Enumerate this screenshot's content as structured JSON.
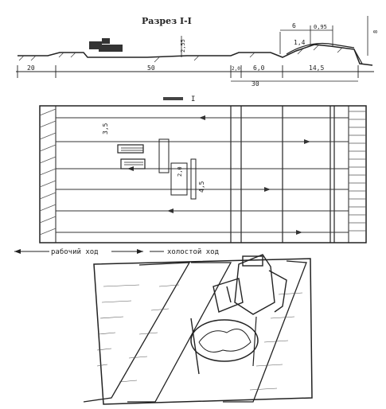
{
  "section": {
    "title": "Разрез I-I",
    "dims": {
      "d1": "20",
      "d2": "50",
      "d3": "2,0",
      "d4": "6,0",
      "d5": "14,5",
      "d6": "30",
      "d7": "0,95",
      "d8": "1,4",
      "d9": "6",
      "d10": "8",
      "d11": "2,55"
    }
  },
  "plan": {
    "title": "I",
    "dims": {
      "a": "3,5",
      "b": "4,5",
      "c": "2,0"
    }
  },
  "legend": {
    "working": "рабочий ход",
    "idle": "холостой ход"
  }
}
